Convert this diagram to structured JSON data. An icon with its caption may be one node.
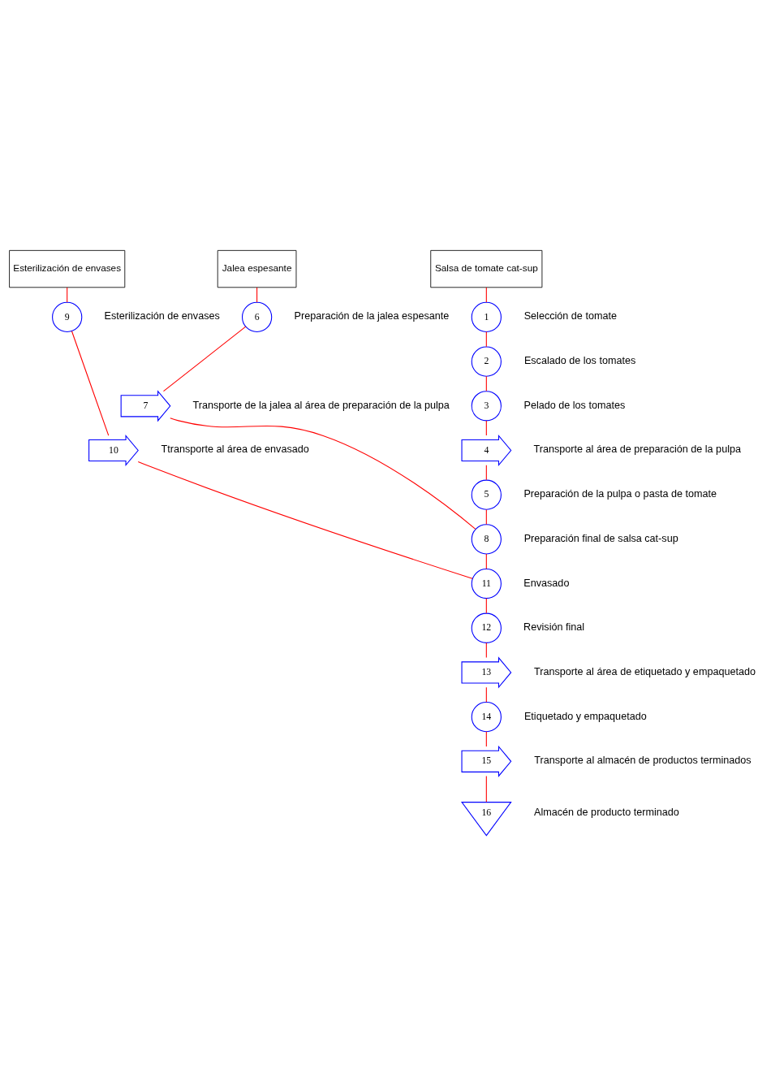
{
  "diagram": {
    "nodes": [
      {
        "text": [
          "Esterilización de envases"
        ]
      },
      {
        "text": [
          "Jalea espesante"
        ]
      },
      {
        "text": [
          "Salsa de tomate cat-sup"
        ]
      },
      {
        "text": [
          "1"
        ],
        "beside": [
          "Selección de tomate"
        ]
      },
      {
        "text": [
          "2"
        ],
        "beside": [
          "Escalado de los tomates"
        ]
      },
      {
        "text": [
          "3"
        ],
        "beside": [
          "Pelado de los tomates"
        ]
      },
      {
        "text": [
          "4"
        ],
        "beside": [
          "Transporte al área de preparación de la pulpa"
        ]
      },
      {
        "text": [
          "5"
        ],
        "beside": [
          "Preparación de la pulpa o pasta de tomate"
        ]
      },
      {
        "text": [
          "6"
        ],
        "beside": [
          "Preparación de la jalea espesante"
        ]
      },
      {
        "text": [
          "7"
        ],
        "beside": [
          "Transporte de la jalea al área de preparación de la pulpa"
        ]
      },
      {
        "text": [
          "8"
        ],
        "beside": [
          "Preparación final de salsa cat-sup"
        ]
      },
      {
        "text": [
          "9"
        ],
        "beside": [
          "Esterilización de envases"
        ]
      },
      {
        "text": [
          "10"
        ],
        "beside": [
          "Ttransporte al área de envasado"
        ]
      },
      {
        "text": [
          "11"
        ],
        "beside": [
          "Envasado"
        ]
      },
      {
        "text": [
          "12"
        ],
        "beside": [
          "Revisión final"
        ]
      },
      {
        "text": [
          "13"
        ],
        "beside": [
          "Transporte al área de etiquetado y empaquetado"
        ]
      },
      {
        "text": [
          "14"
        ],
        "beside": [
          "Etiquetado y empaquetado"
        ]
      },
      {
        "text": [
          "15"
        ],
        "beside": [
          "Transporte al almacén de productos terminados"
        ]
      },
      {
        "text": [
          "16"
        ],
        "beside": [
          "Almacén de producto terminado"
        ]
      }
    ],
    "edges": [
      {
        "from": 2,
        "to": 3,
        "arrow": "none"
      },
      {
        "from": 3,
        "to": 4,
        "arrow": "none"
      },
      {
        "from": 4,
        "to": 5,
        "arrow": "none"
      },
      {
        "from": 5,
        "to": 6,
        "arrow": "none"
      },
      {
        "from": 6,
        "to": 7,
        "arrow": "none"
      },
      {
        "from": 1,
        "to": 8,
        "arrow": "none"
      },
      {
        "from": 8,
        "to": 9,
        "arrow": "none"
      },
      {
        "from": 9,
        "to": 10,
        "arrow": "none"
      },
      {
        "from": 7,
        "to": 10,
        "arrow": "none"
      },
      {
        "from": 0,
        "to": 11,
        "arrow": "none"
      },
      {
        "from": 11,
        "to": 12,
        "arrow": "none"
      },
      {
        "from": 12,
        "to": 13,
        "arrow": "none"
      },
      {
        "from": 10,
        "to": 13,
        "arrow": "none"
      },
      {
        "from": 13,
        "to": 14,
        "arrow": "none"
      },
      {
        "from": 14,
        "to": 15,
        "arrow": "none"
      },
      {
        "from": 15,
        "to": 16,
        "arrow": "none"
      },
      {
        "from": 16,
        "to": 17,
        "arrow": "none"
      },
      {
        "from": 17,
        "to": 18,
        "arrow": "none"
      }
    ]
  }
}
